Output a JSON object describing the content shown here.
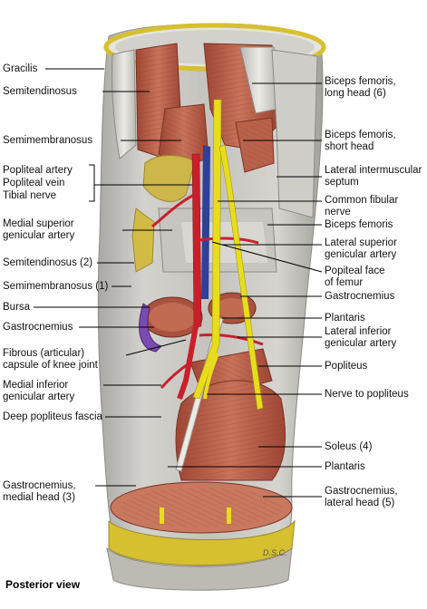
{
  "caption": "Posterior view",
  "signature": "D.S.C.",
  "colors": {
    "muscle": "#b55a45",
    "tendon": "#dcd9d4",
    "fascia": "#c9c7c2",
    "nerve": "#e8dc1e",
    "artery": "#c8202a",
    "vein": "#2f3f9a",
    "fat": "#d8c23a",
    "bone": "#bdbab4"
  },
  "labels": {
    "left": {
      "gracilis": "Gracilis",
      "semitendinosus": "Semitendinosus",
      "semimembranosus": "Semimembranosus",
      "popliteal_artery": "Popliteal artery",
      "popliteal_vein": "Popliteal vein",
      "tibial_nerve": "Tibial nerve",
      "medial_superior_genicular": [
        "Medial superior",
        "genicular artery"
      ],
      "semitendinosus_2": "Semitendinosus (2)",
      "semimembranosus_1": "Semimembranosus (1)",
      "bursa": "Bursa",
      "gastrocnemius": "Gastrocnemius",
      "fibrous_capsule": [
        "Fibrous (articular)",
        "capsule of knee joint"
      ],
      "medial_inferior_genicular": [
        "Medial inferior",
        "genicular artery"
      ],
      "deep_popliteus_fascia": "Deep popliteus fascia",
      "gastrocnemius_medial_head": [
        "Gastrocnemius,",
        "medial head (3)"
      ]
    },
    "right": {
      "biceps_long_head": [
        "Biceps femoris,",
        "long head (6)"
      ],
      "biceps_short_head": [
        "Biceps femoris,",
        "short head"
      ],
      "lateral_intermuscular_septum": [
        "Lateral intermuscular",
        "septum"
      ],
      "common_fibular_nerve": [
        "Common fibular",
        "nerve"
      ],
      "biceps_femoris": "Biceps femoris",
      "lateral_superior_genicular": [
        "Lateral superior",
        "genicular artery"
      ],
      "popliteal_face_femur": [
        "Popiteal face",
        "of femur"
      ],
      "gastrocnemius": "Gastrocnemius",
      "plantaris": "Plantaris",
      "lateral_inferior_genicular": [
        "Lateral inferior",
        "genicular artery"
      ],
      "popliteus": "Popliteus",
      "nerve_to_popliteus": "Nerve to popliteus",
      "soleus": "Soleus (4)",
      "plantaris_2": "Plantaris",
      "gastrocnemius_lateral_head": [
        "Gastrocnemius,",
        "lateral head (5)"
      ]
    }
  }
}
